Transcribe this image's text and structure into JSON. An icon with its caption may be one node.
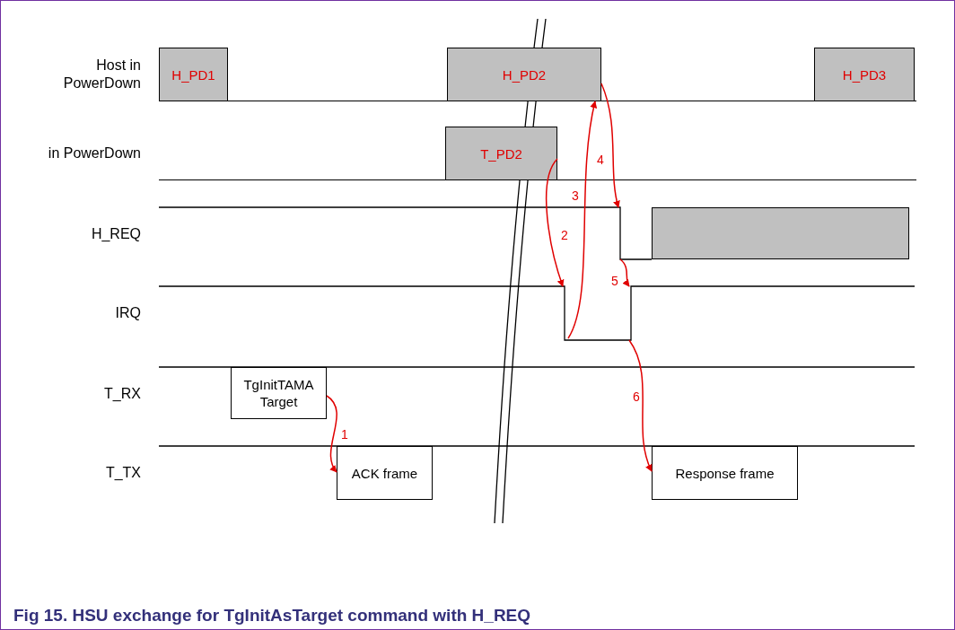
{
  "diagram": {
    "caption": "Fig 15. HSU exchange for TgInitAsTarget command with H_REQ",
    "nodes": [
      {
        "text": [
          "Host in PowerDown"
        ]
      },
      {
        "text": [
          "H_PD1"
        ],
        "in": 0
      },
      {
        "text": [
          "H_PD2"
        ],
        "in": 0
      },
      {
        "text": [
          "H_PD3"
        ],
        "in": 0
      },
      {
        "text": [
          "in PowerDown"
        ]
      },
      {
        "text": [
          "T_PD2"
        ],
        "in": 4
      },
      {
        "text": [
          "H_REQ"
        ]
      },
      {
        "text": [],
        "shape": "bar",
        "in": 6
      },
      {
        "text": [
          "IRQ"
        ]
      },
      {
        "text": [
          "T_RX"
        ]
      },
      {
        "text": [
          "TgInitTAMA Target"
        ],
        "in": 9
      },
      {
        "text": [
          "T_TX"
        ]
      },
      {
        "text": [
          "ACK frame"
        ],
        "in": 11
      },
      {
        "text": [
          "Response frame"
        ],
        "in": 11
      }
    ],
    "edges": [
      {
        "from": 10,
        "to": 12,
        "arrow": "to",
        "label": "1"
      },
      {
        "from": 5,
        "to": 8,
        "arrow": "to",
        "label": "2"
      },
      {
        "from": 8,
        "to": 2,
        "arrow": "to",
        "label": "3"
      },
      {
        "from": 2,
        "to": 6,
        "arrow": "to",
        "label": "4"
      },
      {
        "from": 6,
        "to": 8,
        "arrow": "to",
        "label": "5"
      },
      {
        "from": 8,
        "to": 13,
        "arrow": "to",
        "label": "6"
      }
    ]
  }
}
